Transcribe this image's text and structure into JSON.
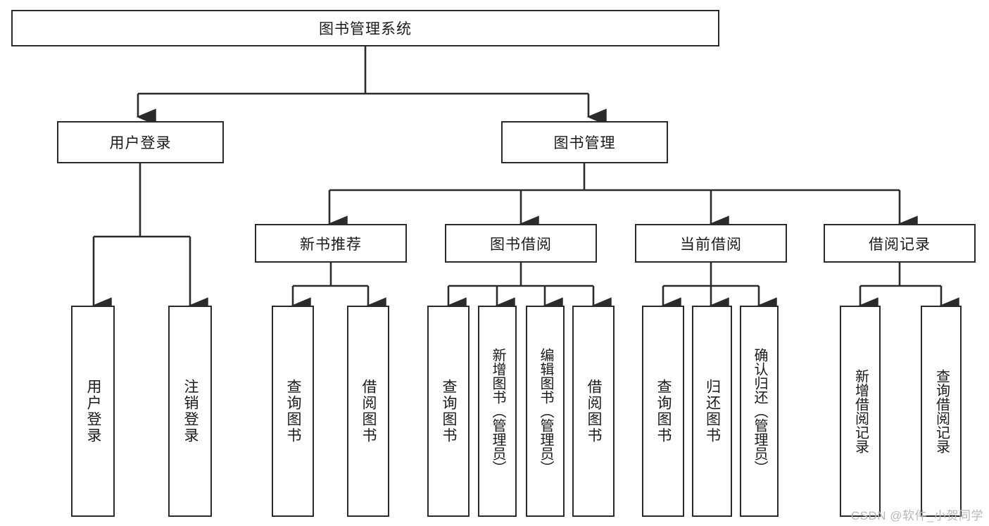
{
  "diagram": {
    "title": "图书管理系统",
    "type": "tree-hierarchy-diagram",
    "colors": {
      "box_border": "#2b2b2b",
      "box_fill": "#ffffff",
      "connector": "#2b2b2b",
      "text": "#1a1a1a",
      "watermark": "#b8b8b8"
    },
    "root": {
      "label": "图书管理系统"
    },
    "level2": [
      {
        "label": "用户登录"
      },
      {
        "label": "图书管理"
      }
    ],
    "level3": [
      {
        "label": "新书推荐"
      },
      {
        "label": "图书借阅"
      },
      {
        "label": "当前借阅"
      },
      {
        "label": "借阅记录"
      }
    ],
    "leaves_user_login": [
      {
        "label": "用户登录"
      },
      {
        "label": "注销登录"
      }
    ],
    "leaves_new_book": [
      {
        "label": "查询图书"
      },
      {
        "label": "借阅图书"
      }
    ],
    "leaves_borrow": [
      {
        "label": "查询图书"
      },
      {
        "label": "新增图书（管理员）"
      },
      {
        "label": "编辑图书（管理员）"
      },
      {
        "label": "借阅图书"
      }
    ],
    "leaves_current": [
      {
        "label": "查询图书"
      },
      {
        "label": "归还图书"
      },
      {
        "label": "确认归还（管理员）"
      }
    ],
    "leaves_records": [
      {
        "label": "新增借阅记录"
      },
      {
        "label": "查询借阅记录"
      }
    ]
  },
  "watermark": "CSDN @软件_小贺同学"
}
